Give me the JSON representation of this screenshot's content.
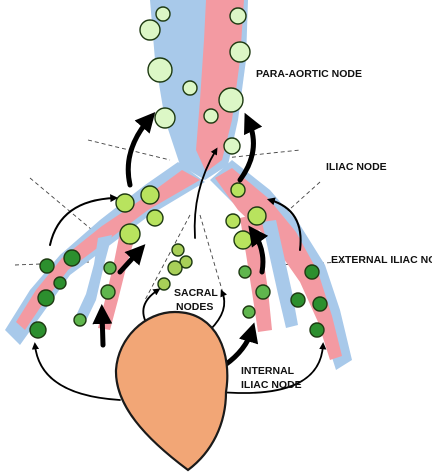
{
  "labels": {
    "para_aortic": "PARA-AORTIC NODE",
    "iliac": "ILIAC NODE",
    "external_iliac": "EXTERNAL ILIAC NODE",
    "sacral_line1": "SACRAL",
    "sacral_line2": "NODES",
    "internal_iliac_line1": "INTERNAL",
    "internal_iliac_line2": "ILIAC NODE"
  },
  "colors": {
    "artery": "#f39aa2",
    "vein": "#a8c9ea",
    "organ_fill": "#f2a676",
    "organ_stroke": "#1a1a1a",
    "para_aortic_node": "#dcf7c6",
    "iliac_node": "#b8e35e",
    "sacral_node": "#a8cf58",
    "external_iliac_node": "#2c8f2e",
    "internal_iliac_node": "#5fb64d"
  }
}
